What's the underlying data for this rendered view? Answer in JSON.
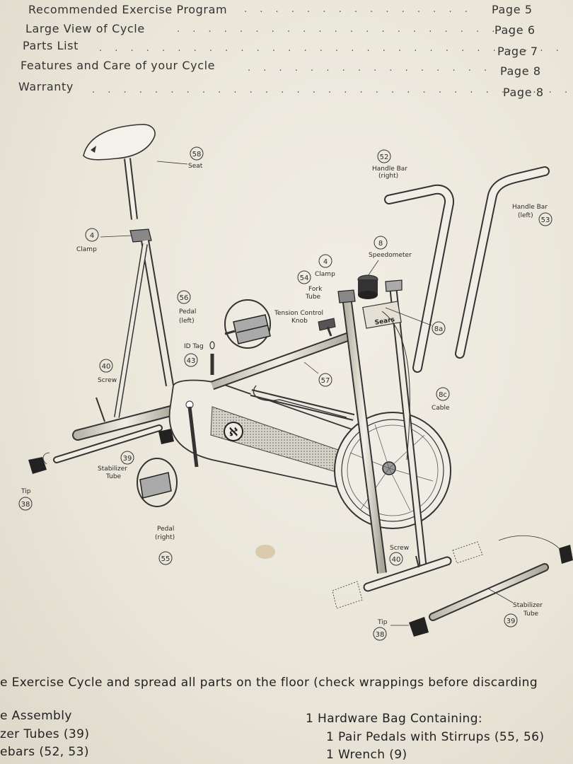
{
  "toc": [
    {
      "title": "Recommended Exercise Program",
      "page": "Page 5"
    },
    {
      "title": "Large View of Cycle",
      "page": "Page 6"
    },
    {
      "title": "Parts List",
      "page": "Page 7"
    },
    {
      "title": "Features and Care of your Cycle",
      "page": "Page 8"
    },
    {
      "title": "Warranty",
      "page": "Page 8"
    }
  ],
  "diagram": {
    "seat": {
      "num": "58",
      "label": "Seat"
    },
    "handlebar_right": {
      "num": "52",
      "label1": "Handle Bar",
      "label2": "(right)"
    },
    "handlebar_left": {
      "num": "53",
      "label1": "Handle Bar",
      "label2": "(left)"
    },
    "clamp_left": {
      "num": "4",
      "label": "Clamp"
    },
    "speedometer": {
      "num": "8",
      "label": "Speedometer"
    },
    "clamp_fork": {
      "num": "4",
      "label": "Clamp"
    },
    "fork_tube": {
      "num": "54",
      "label1": "Fork",
      "label2": "Tube"
    },
    "pedal_left": {
      "num": "56",
      "label1": "Pedal",
      "label2": "(left)"
    },
    "tension": {
      "label1": "Tension Control",
      "label2": "Knob"
    },
    "part_8a": {
      "num": "8a"
    },
    "id_tag": {
      "num": "43",
      "label": "ID Tag"
    },
    "screw_left": {
      "num": "40",
      "label": "Screw"
    },
    "part_57": {
      "num": "57"
    },
    "cable": {
      "num": "8c",
      "label": "Cable"
    },
    "stabilizer_left": {
      "num": "39",
      "label1": "Stabilizer",
      "label2": "Tube"
    },
    "tip_left": {
      "num": "38",
      "label": "Tip"
    },
    "pedal_right": {
      "num": "55",
      "label1": "Pedal",
      "label2": "(right)"
    },
    "screw_right": {
      "num": "40",
      "label": "Screw"
    },
    "stabilizer_right": {
      "num": "39",
      "label1": "Stabilizer",
      "label2": "Tube"
    },
    "tip_right": {
      "num": "38",
      "label": "Tip"
    },
    "brand": "Sears"
  },
  "instructions": {
    "line1": "e Exercise Cycle and spread all parts on the floor (check wrappings before discarding",
    "left_col": [
      "e Assembly",
      "zer Tubes (39)",
      "ebars (52, 53)"
    ],
    "right_col": [
      "1 Hardware Bag Containing:",
      "1 Pair Pedals with Stirrups (55, 56)",
      "1 Wrench (9)"
    ]
  }
}
